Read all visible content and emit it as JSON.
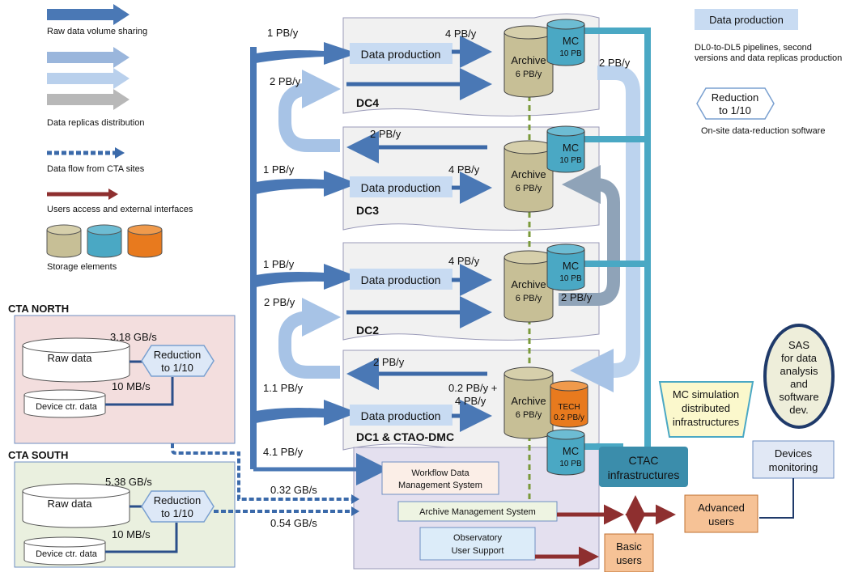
{
  "legend": {
    "raw_sharing": "Raw data volume sharing",
    "replicas": "Data replicas distribution",
    "flow_sites": "Data flow from CTA sites",
    "users_access": "Users access and external interfaces",
    "storage": "Storage elements",
    "data_production_box": "Data production",
    "data_production_desc_1": "DL0-to-DL5 pipelines, second",
    "data_production_desc_2": "versions and data replicas production",
    "reduction_box_1": "Reduction",
    "reduction_box_2": "to 1/10",
    "reduction_desc": "On-site data-reduction software"
  },
  "sites": {
    "north": {
      "title": "CTA NORTH",
      "raw": "Raw data",
      "rate": "3.18 GB/s",
      "reduction_1": "Reduction",
      "reduction_2": "to 1/10",
      "device_rate": "10 MB/s",
      "device": "Device ctr. data"
    },
    "south": {
      "title": "CTA SOUTH",
      "raw": "Raw data",
      "rate": "5.38 GB/s",
      "reduction_1": "Reduction",
      "reduction_2": "to 1/10",
      "device_rate": "10 MB/s",
      "device": "Device ctr. data"
    },
    "north_out": "0.32 GB/s",
    "south_out": "0.54  GB/s"
  },
  "dcs": {
    "dc4": {
      "name": "DC4",
      "in_rate": "1 PB/y",
      "prod": "Data production",
      "to_archive": "4 PB/y",
      "replica_in": "2 PB/y",
      "archive": "Archive",
      "archive_size": "6 PB/y",
      "mc": "MC",
      "mc_size": "10 PB",
      "out": "2 PB/y"
    },
    "dc3": {
      "name": "DC3",
      "in_rate": "1 PB/y",
      "prod": "Data production",
      "to_archive": "4 PB/y",
      "replica_out": "2 PB/y",
      "archive": "Archive",
      "archive_size": "6 PB/y",
      "mc": "MC",
      "mc_size": "10 PB"
    },
    "dc2": {
      "name": "DC2",
      "in_rate": "1 PB/y",
      "prod": "Data production",
      "to_archive": "4 PB/y",
      "replica_in": "2 PB/y",
      "archive": "Archive",
      "archive_size": "6 PB/y",
      "mc": "MC",
      "mc_size": "10 PB",
      "out": "2 PB/y"
    },
    "dc1": {
      "name": "DC1 & CTAO-DMC",
      "in_rate": "1.1 PB/y",
      "prod": "Data production",
      "to_archive": "4 PB/y",
      "replica_out": "2 PB/y",
      "archive": "Archive",
      "archive_size": "6 PB/y",
      "tech_in": "0.2 PB/y +",
      "tech": "TECH",
      "tech_size": "0.2 PB/y",
      "mc": "MC",
      "mc_size": "10 PB"
    },
    "total": "4.1 PB/y"
  },
  "services": {
    "workflow_1": "Workflow Data",
    "workflow_2": "Management System",
    "archive_mgmt": "Archive Management System",
    "obs_1": "Observatory",
    "obs_2": "User Support",
    "ctac_1": "CTAC",
    "ctac_2": "infrastructures",
    "mc_sim_1": "MC simulation",
    "mc_sim_2": "distributed",
    "mc_sim_3": "infrastructures",
    "sas_1": "SAS",
    "sas_2": "for data",
    "sas_3": "analysis",
    "sas_4": "and",
    "sas_5": "software",
    "sas_6": "dev.",
    "devices_1": "Devices",
    "devices_2": "monitoring",
    "advanced_1": "Advanced",
    "advanced_2": "users",
    "basic_1": "Basic",
    "basic_2": "users"
  },
  "colors": {
    "raw_blue": "#4a78b5",
    "light_blue": "#a7c3e6",
    "grey": "#b4b4b4",
    "teal": "#4aa8c4",
    "archive_beige": "#c7bf96",
    "tech_orange": "#e87a1e",
    "users_red": "#8e2f2f"
  }
}
